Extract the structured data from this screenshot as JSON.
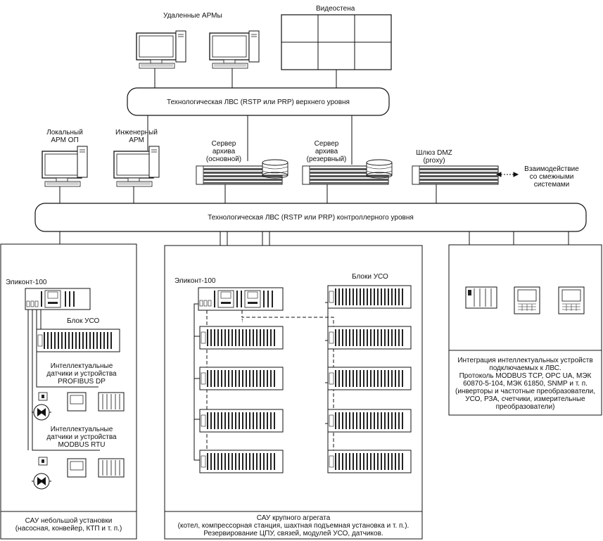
{
  "labels": {
    "remote_arm": "Удаленные АРМы",
    "video_wall": "Видеостена",
    "upper_lan": "Технологическая ЛВС (RSTP или PRP) верхнего уровня",
    "local_arm": [
      "Локальный",
      "АРМ ОП"
    ],
    "eng_arm": [
      "Инженерный",
      "АРМ"
    ],
    "server_main": [
      "Сервер",
      "архива",
      "(основной)"
    ],
    "server_reserve": [
      "Сервер",
      "архива",
      "(резервный)"
    ],
    "dmz": [
      "Шлюз DMZ",
      "(proxy)"
    ],
    "interaction": [
      "Взаимодействие",
      "со смежными",
      "системами"
    ],
    "ctrl_lan": "Технологическая ЛВС (RSTP или PRP) контроллерного уровня",
    "elikont_left": "Эликонт-100",
    "uso_left": "Блок УСО",
    "profibus": [
      "Интеллектуальные",
      "датчики и устройства",
      "PROFIBUS DP"
    ],
    "modbus": [
      "Интеллектуальные",
      "датчики и устройства",
      "MODBUS RTU"
    ],
    "sau_small": [
      "САУ небольшой установки",
      "(насосная, конвейер, КТП и т. п.)"
    ],
    "elikont_mid": "Эликонт-100",
    "uso_mid": "Блоки УСО",
    "sau_big": [
      "САУ крупного агрегата",
      "(котел, компрессорная станция, шахтная подъемная установка и т. п.).",
      "Резервирование ЦПУ, связей, модулей УСО, датчиков."
    ],
    "integration": [
      "Интеграция интеллектуальных устройств",
      "подключаемых к ЛВС.",
      "Протоколь MODBUS TCP, OPC UA, МЭК",
      "60870-5-104, МЭК 61850, SNMP и т. п.",
      "(инверторы и частотные преобразователи,",
      "УСО, РЗА, счетчики, измерительные",
      "преобразователи)"
    ]
  }
}
